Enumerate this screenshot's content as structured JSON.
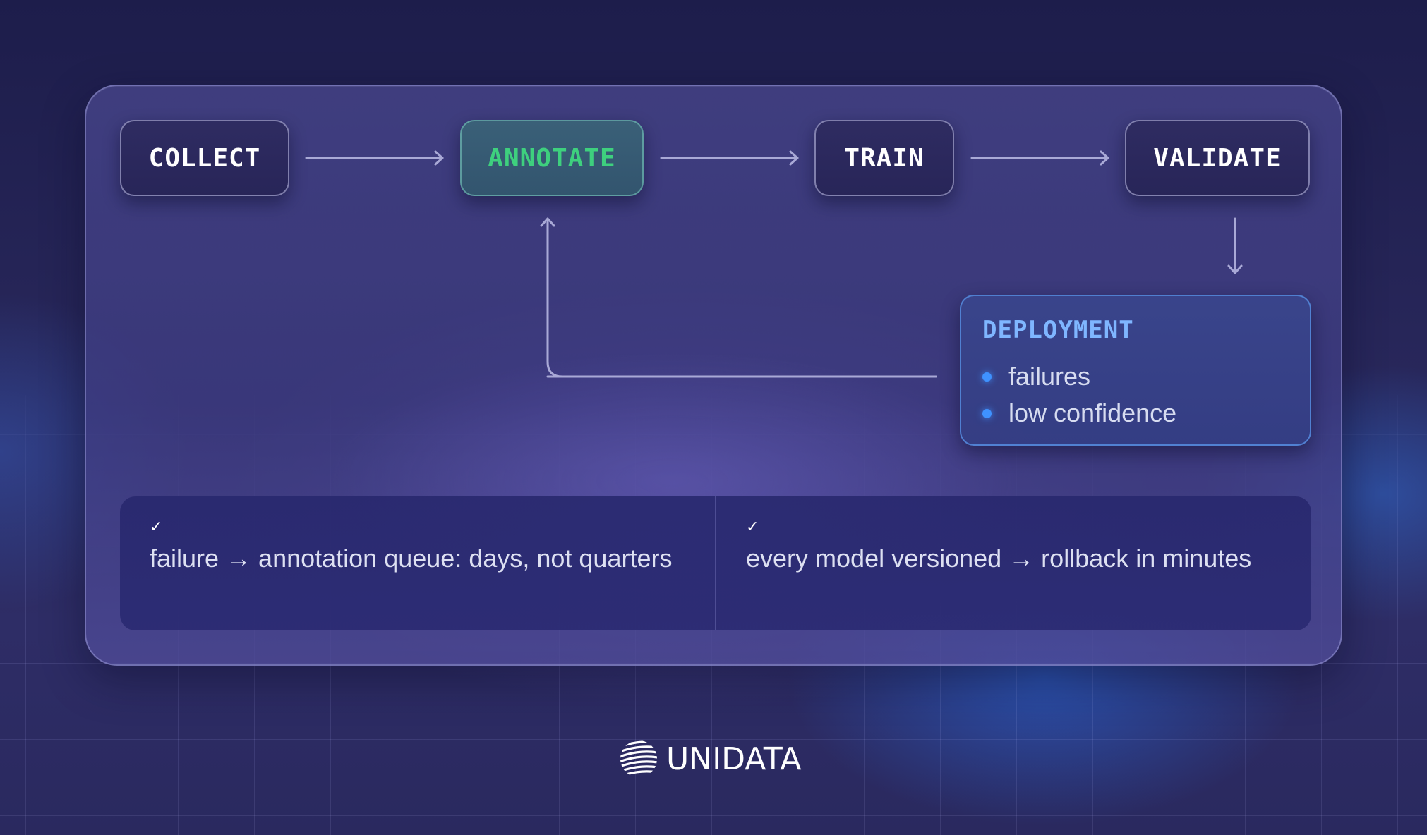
{
  "pipeline": {
    "steps": [
      {
        "label": "COLLECT",
        "active": false
      },
      {
        "label": "ANNOTATE",
        "active": true
      },
      {
        "label": "TRAIN",
        "active": false
      },
      {
        "label": "VALIDATE",
        "active": false
      }
    ]
  },
  "deployment": {
    "title": "DEPLOYMENT",
    "items": [
      "failures",
      "low confidence"
    ]
  },
  "benefits": [
    {
      "check": "✓",
      "text": "failure → annotation queue:  days, not quarters"
    },
    {
      "check": "✓",
      "text": "every model versioned → rollback in minutes"
    }
  ],
  "brand": {
    "name": "UNIDATA"
  },
  "colors": {
    "active_text": "#3ed07e",
    "deployment_title": "#7fb6ff",
    "bullet": "#3f92ff",
    "arrow": "#a9a9d6"
  }
}
